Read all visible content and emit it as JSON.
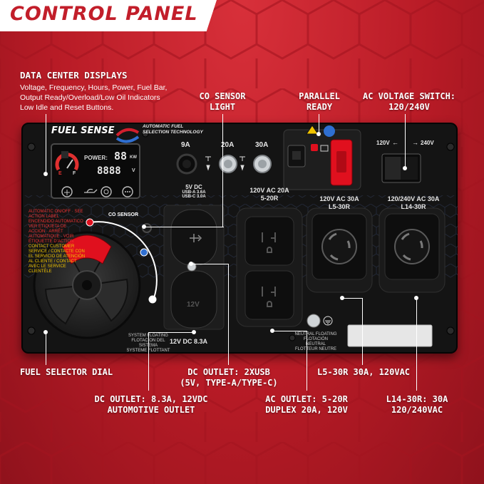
{
  "title": "CONTROL PANEL",
  "callouts": {
    "data_center": {
      "heading": "DATA CENTER DISPLAYS",
      "lines": [
        "Voltage, Frequency, Hours, Power, Fuel Bar,",
        "Output Ready/Overload/Low Oil Indicators",
        "Low Idle and Reset Buttons."
      ]
    },
    "co_sensor_light": [
      "CO SENSOR",
      "LIGHT"
    ],
    "parallel_ready": [
      "PARALLEL",
      "READY"
    ],
    "ac_voltage_switch": [
      "AC VOLTAGE SWITCH:",
      "120/240V"
    ],
    "fuel_selector": "FUEL SELECTOR DIAL",
    "dc_usb": [
      "DC OUTLET: 2XUSB",
      "(5V, TYPE-A/TYPE-C)"
    ],
    "l5_30r": "L5-30R 30A, 120VAC",
    "dc_12v": [
      "DC OUTLET: 8.3A, 12VDC",
      "AUTOMOTIVE OUTLET"
    ],
    "ac_5_20r": [
      "AC OUTLET: 5-20R",
      "DUPLEX 20A, 120V"
    ],
    "l14_30r": [
      "L14-30R: 30A",
      "120/240VAC"
    ]
  },
  "panel": {
    "fuel_sense": "FUEL SENSE",
    "fuel_sense_tag": [
      "AUTOMATIC FUEL",
      "SELECTION TECHNOLOGY"
    ],
    "lcd": {
      "power_label": "POWER:",
      "power_value": "88",
      "power_unit": "KW",
      "voltage_value": "8888",
      "voltage_unit": "V",
      "fuel_e": "E",
      "fuel_f": "F"
    },
    "breakers": {
      "b9a": "9A",
      "b20a": "20A",
      "b30a": "30A"
    },
    "voltage_switch": {
      "left": "120V",
      "right": "240V"
    },
    "co_sensor": "CO SENSOR",
    "usb": [
      "5V DC",
      "USB-A 3.6A",
      "USB-C 3.0A"
    ],
    "dc12_socket": "12V",
    "dc12_label": "12V DC 8.3A",
    "system_floating": [
      "SYSTEM FLOATING",
      "FLOTACION DEL SISTEMA",
      "SYSTEME FLOTTANT"
    ],
    "outlet_5_20r": [
      "120V AC 20A",
      "5-20R"
    ],
    "outlet_l5_30r": [
      "120V  AC 30A",
      "L5-30R"
    ],
    "outlet_l14_30r": [
      "120/240V AC 30A",
      "L14-30R"
    ],
    "neutral_floating": [
      "NEUTRAL FLOATING",
      "FLOTACIÓN NEUTRAL",
      "FLOTTEUR NEUTRE"
    ],
    "dial_notes": [
      "AUTOMATIC ON/OFF · SEE ACTION LABEL",
      "ENCENDIDO AUTOMATICO · VER ETIQUETA DE",
      "ACCIÓN · ARRÊT AUTOMATIQUE · VOIR",
      "ÉTIQUETTE D'ACTION",
      "CONTACT CUSTOMER",
      "SERVICE / CONTACTE CON",
      "EL SERVICIO DE ATENCIÓN",
      "AL CLIENTE / CONTACT",
      "AVEC LE SERVICE",
      "CLIENTÈLE"
    ]
  },
  "colors": {
    "brand_red": "#c21e2a",
    "panel_black": "#141414",
    "toggle_red": "#e0101e",
    "lcd_bg": "#0a0a0a"
  }
}
